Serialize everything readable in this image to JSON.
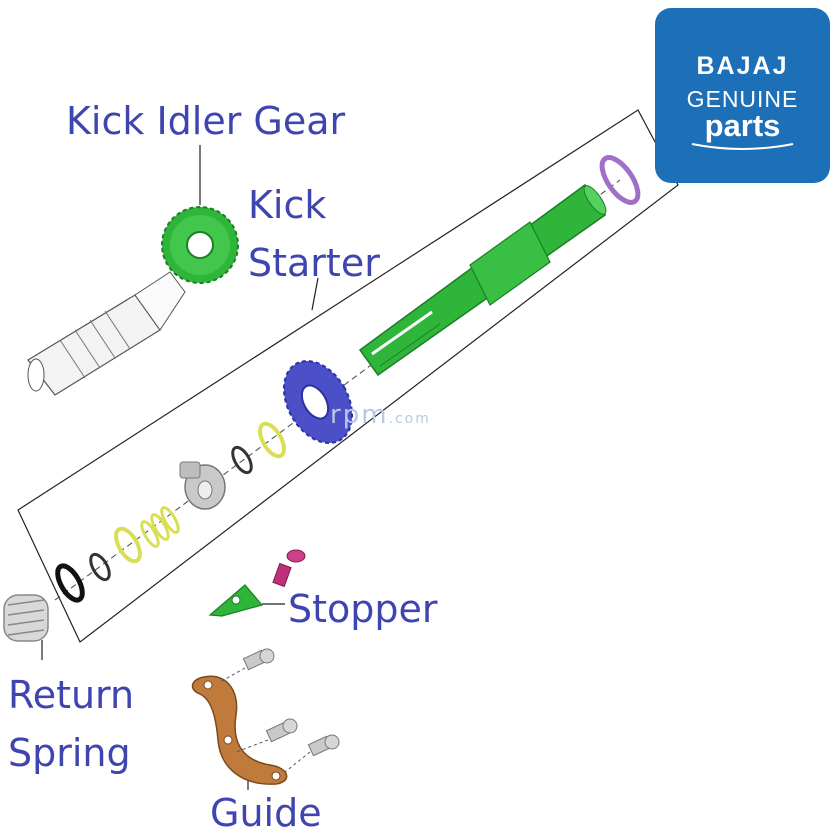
{
  "labels": {
    "kick_idler_gear": "Kick Idler Gear",
    "kick_starter_line1": "Kick",
    "kick_starter_line2": "Starter",
    "stopper": "Stopper",
    "return_spring_line1": "Return",
    "return_spring_line2": "Spring",
    "guide": "Guide"
  },
  "logo": {
    "brand": "BAJAJ",
    "line2": "GENUINE",
    "line3": "parts"
  },
  "watermark": {
    "main": "rpm",
    "suffix": ".com"
  },
  "colors": {
    "label": "#3f45b0",
    "gear_green": "#2fb53a",
    "shaft_green": "#2fb53a",
    "gear_blue": "#4b4fc8",
    "washer_purple": "#a070c8",
    "ring_yellow": "#d9df55",
    "guide_copper": "#c07a3c",
    "bolt_magenta": "#c0307a",
    "badge_blue": "#1d6fb8"
  }
}
